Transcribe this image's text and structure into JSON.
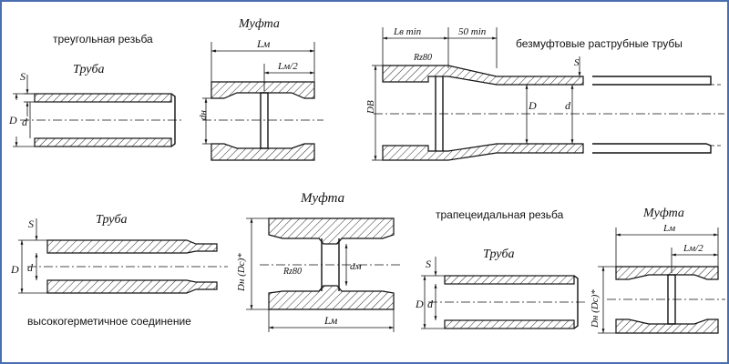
{
  "labels": {
    "triangular": "треугольная резьба",
    "socketless": "безмуфтовые раструбные трубы",
    "trapezoidal": "трапецеидальная  резьба",
    "hermetic": "высокогерметичное соединение"
  },
  "parts": {
    "pipe": "Труба",
    "coupling": "Муфта"
  },
  "dims": {
    "S": "S",
    "D": "D",
    "d": "d",
    "Lm": "Lм",
    "Lm2": "Lм/2",
    "dn": "dн",
    "dm": "dм",
    "DB": "DB",
    "Lbmin": "Lв min",
    "fifty": "50 min",
    "rz": "Rz80",
    "DnDc": "Dн (Dc)*"
  }
}
